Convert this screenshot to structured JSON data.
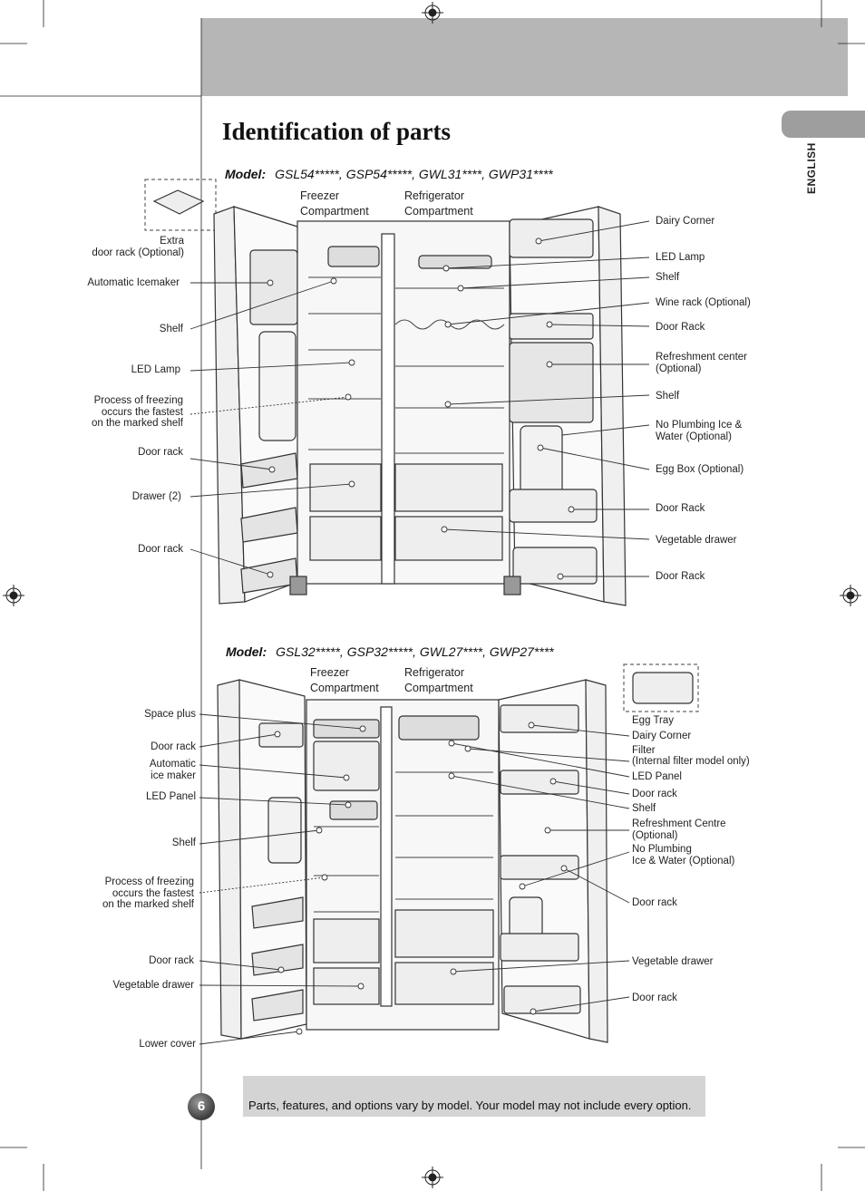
{
  "header": {
    "language_tab": "ENGLISH",
    "page_title": "Identification of parts",
    "page_number": "6"
  },
  "model_a": {
    "model_label": "Model:",
    "model_numbers": "GSL54*****, GSP54*****, GWL31****, GWP31****",
    "compartments": {
      "freezer": "Freezer\nCompartment",
      "refrigerator": "Refrigerator\nCompartment"
    },
    "left_labels": [
      "Extra\ndoor rack (Optional)",
      "Automatic Icemaker",
      "Shelf",
      "LED Lamp",
      "Process of freezing\noccurs the fastest\non the marked shelf",
      "Door rack",
      "Drawer (2)",
      "Door rack"
    ],
    "right_labels": [
      "Dairy Corner",
      "LED Lamp",
      "Shelf",
      "Wine rack (Optional)",
      "Door Rack",
      "Refreshment center\n(Optional)",
      "Shelf",
      "No Plumbing Ice &\nWater (Optional)",
      "Egg Box (Optional)",
      "Door Rack",
      "Vegetable drawer",
      "Door Rack"
    ]
  },
  "model_b": {
    "model_label": "Model:",
    "model_numbers": "GSL32*****, GSP32*****, GWL27****, GWP27****",
    "compartments": {
      "freezer": "Freezer\nCompartment",
      "refrigerator": "Refrigerator\nCompartment"
    },
    "left_labels": [
      "Space plus",
      "Door rack",
      "Automatic\nice maker",
      "LED Panel",
      "Shelf",
      "Process of freezing\noccurs the fastest\non the marked shelf",
      "Door rack",
      "Vegetable drawer",
      "Lower cover"
    ],
    "right_labels": [
      "Egg Tray",
      "Dairy Corner",
      "Filter",
      "(Internal filter model only)",
      "LED Panel",
      "Door rack",
      "Shelf",
      "Refreshment Centre\n(Optional)",
      "No Plumbing\nIce & Water (Optional)",
      "Door rack",
      "Vegetable drawer",
      "Door rack"
    ]
  },
  "footer": {
    "note": "Parts, features, and options vary by model. Your model may not include every option."
  }
}
